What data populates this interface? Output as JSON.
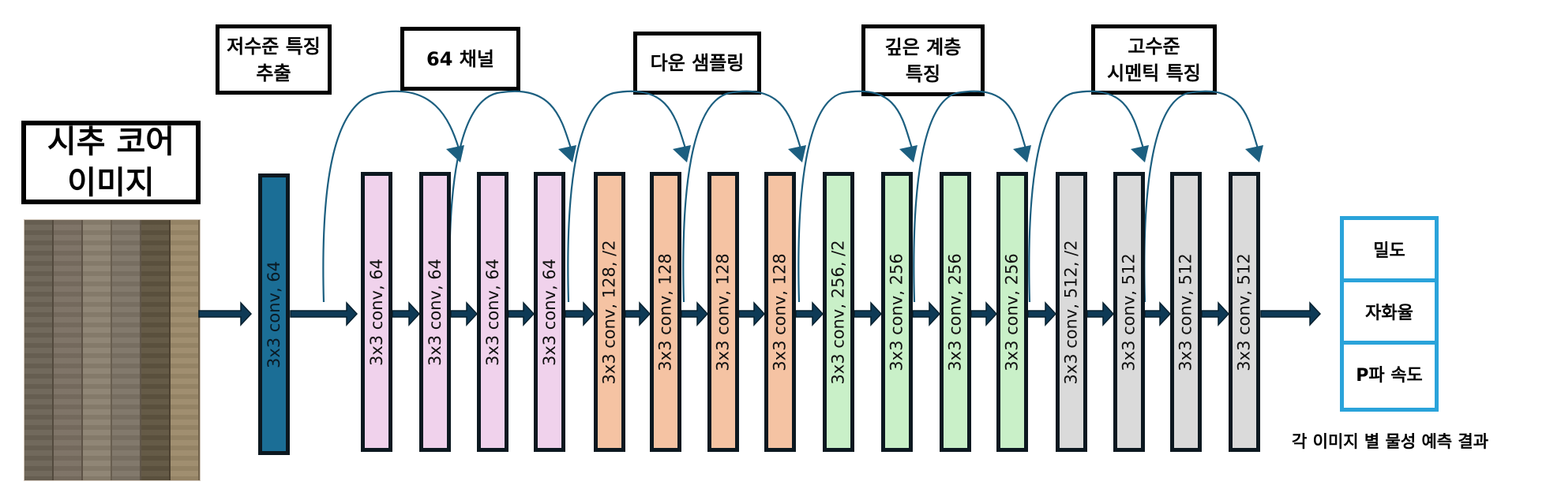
{
  "input": {
    "title": "시추 코어\n이미지",
    "core_colors": [
      "#6b6355",
      "#7a6f62",
      "#8b8170",
      "#7d7466",
      "#5f5440",
      "#9c8a6a"
    ]
  },
  "stage_labels": [
    "저수준 특징\n추출",
    "64 채널",
    "다운 샘플링",
    "깊은 계층\n특징",
    "고수준\n시멘틱 특징"
  ],
  "layers": [
    {
      "label": "3x3 conv, 64",
      "color": "#1b6e96"
    },
    {
      "label": "3x3 conv, 64",
      "color": "#f0d2ec"
    },
    {
      "label": "3x3 conv, 64",
      "color": "#f0d2ec"
    },
    {
      "label": "3x3 conv, 64",
      "color": "#f0d2ec"
    },
    {
      "label": "3x3 conv, 64",
      "color": "#f0d2ec"
    },
    {
      "label": "3x3 conv, 128, /2",
      "color": "#f5c3a3"
    },
    {
      "label": "3x3 conv, 128",
      "color": "#f5c3a3"
    },
    {
      "label": "3x3 conv, 128",
      "color": "#f5c3a3"
    },
    {
      "label": "3x3 conv, 128",
      "color": "#f5c3a3"
    },
    {
      "label": "3x3 conv, 256, /2",
      "color": "#c9f0c8"
    },
    {
      "label": "3x3 conv, 256",
      "color": "#c9f0c8"
    },
    {
      "label": "3x3 conv, 256",
      "color": "#c9f0c8"
    },
    {
      "label": "3x3 conv, 256",
      "color": "#c9f0c8"
    },
    {
      "label": "3x3 conv, 512, /2",
      "color": "#dadada"
    },
    {
      "label": "3x3 conv, 512",
      "color": "#dadada"
    },
    {
      "label": "3x3 conv, 512",
      "color": "#dadada"
    },
    {
      "label": "3x3 conv, 512",
      "color": "#dadada"
    }
  ],
  "outputs": [
    "밀도",
    "자화율",
    "P파 속도"
  ],
  "output_caption": "각 이미지 별 물성 예측 결과",
  "colors": {
    "arrow": "#0e3a56",
    "skip_arrow": "#1c5f80",
    "output_border": "#2aa3da"
  }
}
